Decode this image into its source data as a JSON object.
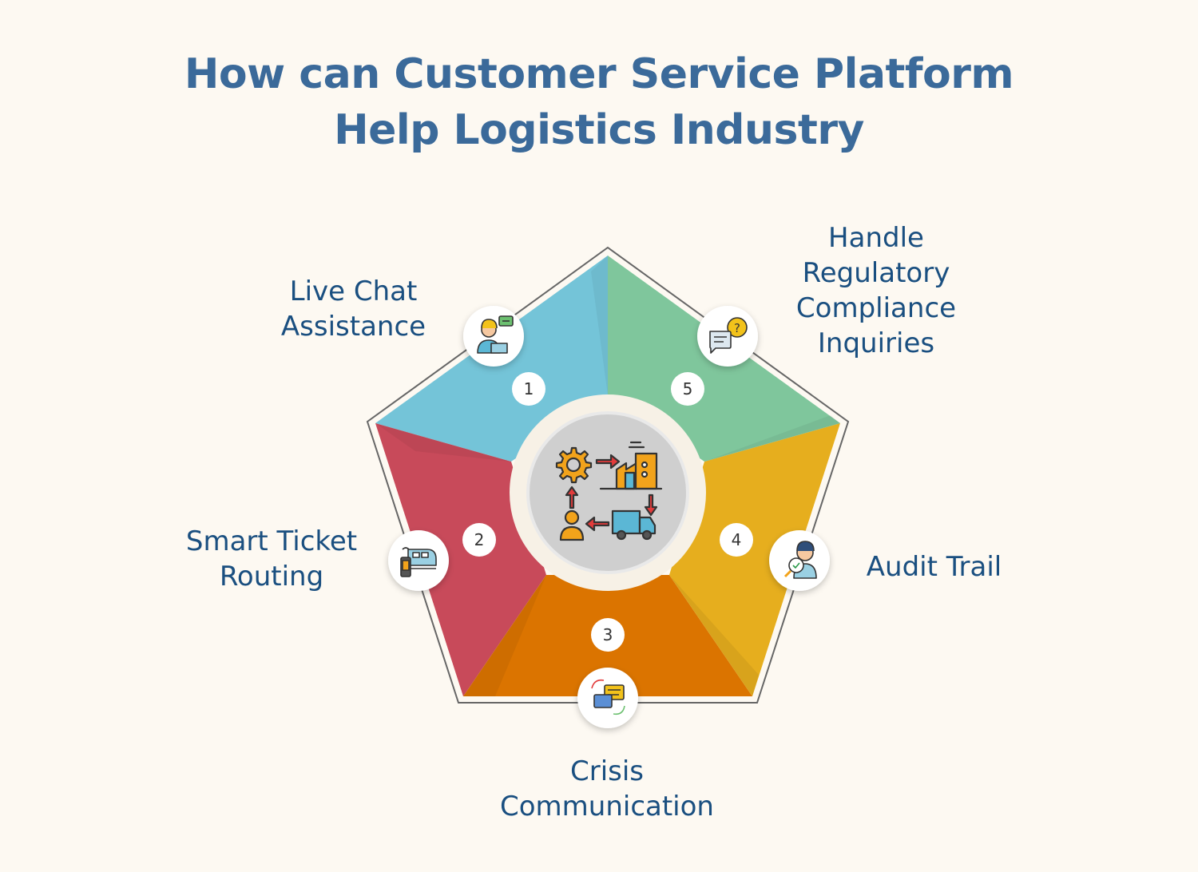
{
  "title": {
    "line1": "How can Customer Service Platform",
    "line2": "Help Logistics Industry"
  },
  "items": [
    {
      "number": "1",
      "label_lines": [
        "Live Chat",
        "Assistance"
      ],
      "icon": "customer-support-icon",
      "color": "#74c4d8"
    },
    {
      "number": "2",
      "label_lines": [
        "Smart Ticket",
        "Routing"
      ],
      "icon": "ticket-routing-icon",
      "color": "#c84a5a"
    },
    {
      "number": "3",
      "label_lines": [
        "Crisis",
        "Communication"
      ],
      "icon": "chat-exchange-icon",
      "color": "#db7400"
    },
    {
      "number": "4",
      "label_lines": [
        "Audit Trail"
      ],
      "icon": "audit-search-icon",
      "color": "#e6ae1e"
    },
    {
      "number": "5",
      "label_lines": [
        "Handle",
        "Regulatory",
        "Compliance",
        "Inquiries"
      ],
      "icon": "question-chat-icon",
      "color": "#7fc69c"
    }
  ],
  "center_icon": "logistics-process-icon"
}
